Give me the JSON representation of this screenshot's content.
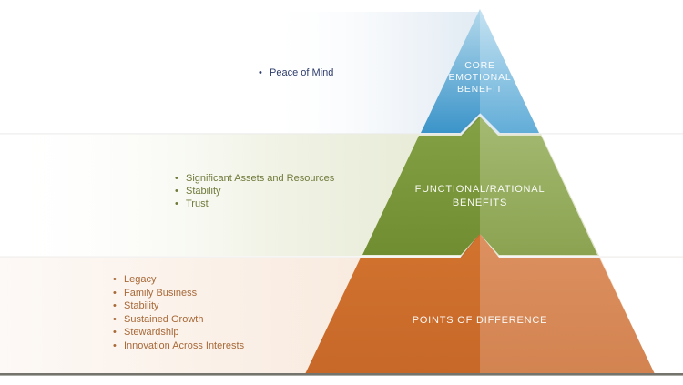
{
  "ui": {
    "bullet_glyph": "•"
  },
  "pyramid": {
    "label_text_color": "#ffffff",
    "base_line_color": "#75746c",
    "tiers": [
      {
        "id": "core-emotional-benefit",
        "label": "CORE\nEMOTIONAL\nBENEFIT",
        "bullets": [
          "Peace of Mind"
        ],
        "colors": {
          "face_left": "#3b94c9",
          "face_right": "#62add8",
          "band": "#d6e4ef",
          "bullet_text": "#2d3c6b"
        }
      },
      {
        "id": "functional-rational-benefits",
        "label": "FUNCTIONAL/RATIONAL\nBENEFITS",
        "bullets": [
          "Significant Assets and Resources",
          "Stability",
          "Trust"
        ],
        "colors": {
          "face_left": "#7a9639",
          "face_right": "#94ac60",
          "band": "#dde3c6",
          "bullet_text": "#70793a"
        }
      },
      {
        "id": "points-of-difference",
        "label": "POINTS OF DIFFERENCE",
        "bullets": [
          "Legacy",
          "Family Business",
          "Stability",
          "Sustained Growth",
          "Stewardship",
          "Innovation Across Interests"
        ],
        "colors": {
          "face_left": "#cc6d2c",
          "face_right": "#d78a57",
          "band": "#f2d9c2",
          "bullet_text": "#a86938"
        }
      }
    ]
  }
}
